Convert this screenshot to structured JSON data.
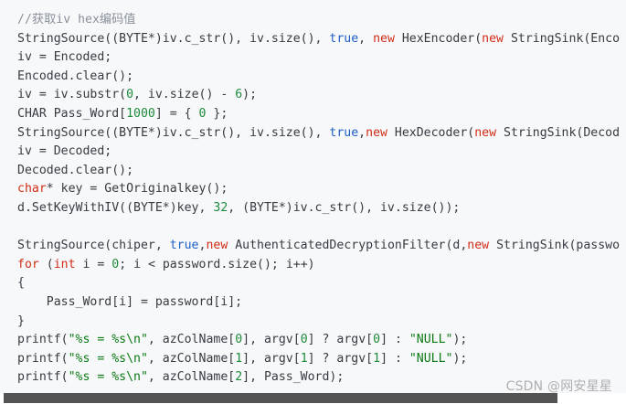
{
  "code": {
    "lines": [
      [
        {
          "t": "//获取iv hex编码值",
          "k": "comment"
        }
      ],
      [
        {
          "t": "StringSource((BYTE*)iv.c_str(), iv.size(), ",
          "k": "plain"
        },
        {
          "t": "true",
          "k": "literal"
        },
        {
          "t": ", ",
          "k": "plain"
        },
        {
          "t": "new",
          "k": "keyword"
        },
        {
          "t": " HexEncoder(",
          "k": "plain"
        },
        {
          "t": "new",
          "k": "keyword"
        },
        {
          "t": " StringSink(Enco",
          "k": "plain"
        }
      ],
      [
        {
          "t": "iv = Encoded;",
          "k": "plain"
        }
      ],
      [
        {
          "t": "Encoded.clear();",
          "k": "plain"
        }
      ],
      [
        {
          "t": "iv = iv.substr(",
          "k": "plain"
        },
        {
          "t": "0",
          "k": "number"
        },
        {
          "t": ", iv.size() - ",
          "k": "plain"
        },
        {
          "t": "6",
          "k": "number"
        },
        {
          "t": ");",
          "k": "plain"
        }
      ],
      [
        {
          "t": "CHAR Pass_Word[",
          "k": "plain"
        },
        {
          "t": "1000",
          "k": "number"
        },
        {
          "t": "] = { ",
          "k": "plain"
        },
        {
          "t": "0",
          "k": "number"
        },
        {
          "t": " };",
          "k": "plain"
        }
      ],
      [
        {
          "t": "StringSource((BYTE*)iv.c_str(), iv.size(), ",
          "k": "plain"
        },
        {
          "t": "true",
          "k": "literal"
        },
        {
          "t": ",",
          "k": "plain"
        },
        {
          "t": "new",
          "k": "keyword"
        },
        {
          "t": " HexDecoder(",
          "k": "plain"
        },
        {
          "t": "new",
          "k": "keyword"
        },
        {
          "t": " StringSink(Decod",
          "k": "plain"
        }
      ],
      [
        {
          "t": "iv = Decoded;",
          "k": "plain"
        }
      ],
      [
        {
          "t": "Decoded.clear();",
          "k": "plain"
        }
      ],
      [
        {
          "t": "char",
          "k": "keyword"
        },
        {
          "t": "* key = GetOriginalkey();",
          "k": "plain"
        }
      ],
      [
        {
          "t": "d.SetKeyWithIV((BYTE*)key, ",
          "k": "plain"
        },
        {
          "t": "32",
          "k": "number"
        },
        {
          "t": ", (BYTE*)iv.c_str(), iv.size());",
          "k": "plain"
        }
      ],
      [],
      [
        {
          "t": "StringSource(chiper, ",
          "k": "plain"
        },
        {
          "t": "true",
          "k": "literal"
        },
        {
          "t": ",",
          "k": "plain"
        },
        {
          "t": "new",
          "k": "keyword"
        },
        {
          "t": " AuthenticatedDecryptionFilter(d,",
          "k": "plain"
        },
        {
          "t": "new",
          "k": "keyword"
        },
        {
          "t": " StringSink(passwo",
          "k": "plain"
        }
      ],
      [
        {
          "t": "for",
          "k": "keyword"
        },
        {
          "t": " (",
          "k": "plain"
        },
        {
          "t": "int",
          "k": "keyword"
        },
        {
          "t": " i = ",
          "k": "plain"
        },
        {
          "t": "0",
          "k": "number"
        },
        {
          "t": "; i < password.size(); i++)",
          "k": "plain"
        }
      ],
      [
        {
          "t": "{",
          "k": "plain"
        }
      ],
      [
        {
          "t": "    Pass_Word[i] = password[i];",
          "k": "plain"
        }
      ],
      [
        {
          "t": "}",
          "k": "plain"
        }
      ],
      [
        {
          "t": "printf(",
          "k": "plain"
        },
        {
          "t": "\"%s = %s\\n\"",
          "k": "string"
        },
        {
          "t": ", azColName[",
          "k": "plain"
        },
        {
          "t": "0",
          "k": "number"
        },
        {
          "t": "], argv[",
          "k": "plain"
        },
        {
          "t": "0",
          "k": "number"
        },
        {
          "t": "] ? argv[",
          "k": "plain"
        },
        {
          "t": "0",
          "k": "number"
        },
        {
          "t": "] : ",
          "k": "plain"
        },
        {
          "t": "\"NULL\"",
          "k": "string"
        },
        {
          "t": ");",
          "k": "plain"
        }
      ],
      [
        {
          "t": "printf(",
          "k": "plain"
        },
        {
          "t": "\"%s = %s\\n\"",
          "k": "string"
        },
        {
          "t": ", azColName[",
          "k": "plain"
        },
        {
          "t": "1",
          "k": "number"
        },
        {
          "t": "], argv[",
          "k": "plain"
        },
        {
          "t": "1",
          "k": "number"
        },
        {
          "t": "] ? argv[",
          "k": "plain"
        },
        {
          "t": "1",
          "k": "number"
        },
        {
          "t": "] : ",
          "k": "plain"
        },
        {
          "t": "\"NULL\"",
          "k": "string"
        },
        {
          "t": ");",
          "k": "plain"
        }
      ],
      [
        {
          "t": "printf(",
          "k": "plain"
        },
        {
          "t": "\"%s = %s\\n\"",
          "k": "string"
        },
        {
          "t": ", azColName[",
          "k": "plain"
        },
        {
          "t": "2",
          "k": "number"
        },
        {
          "t": "], Pass_Word);",
          "k": "plain"
        }
      ]
    ]
  },
  "watermark": "CSDN @网安星星",
  "colors": {
    "background": "#f6f8fa",
    "keyword": "#d22d17",
    "literal": "#1d5ec5",
    "number": "#1f8a3a",
    "string": "#0c7a14",
    "comment": "#8a9099",
    "scrollbar_thumb": "#545454"
  }
}
